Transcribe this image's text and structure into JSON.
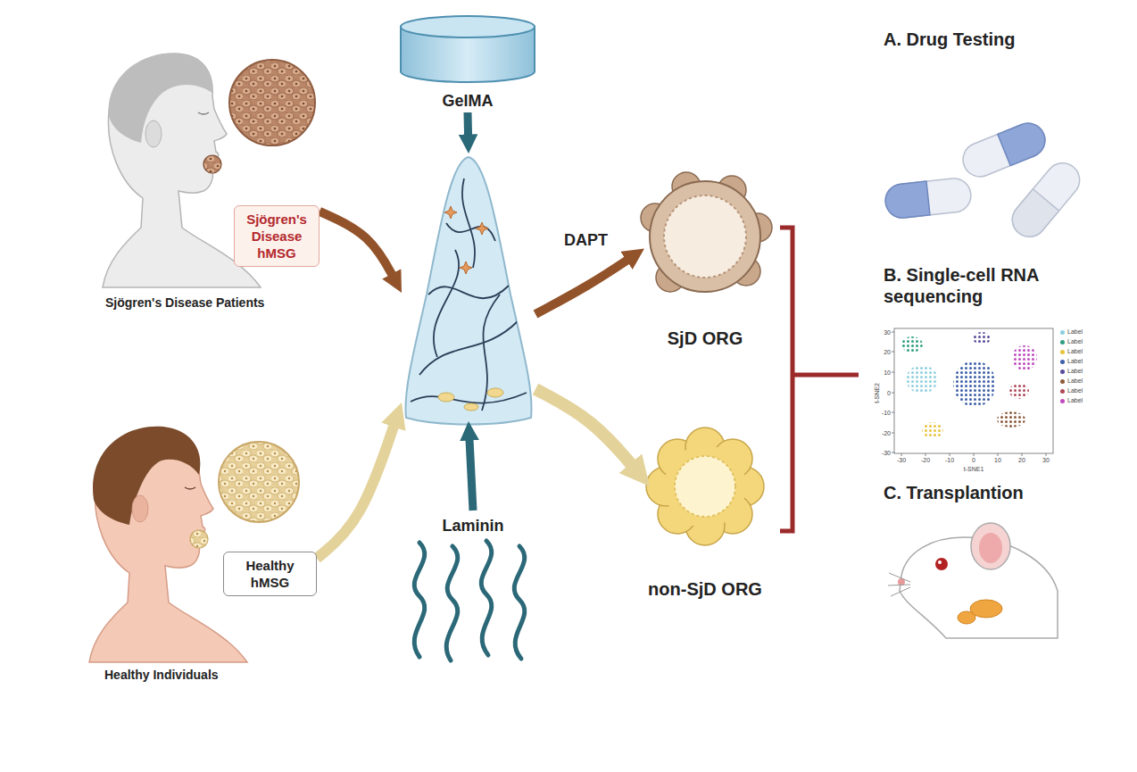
{
  "diagram": {
    "nodes": [
      {
        "text": [
          "Sjögren's Disease hMSG"
        ]
      },
      {
        "text": [
          "GelMA"
        ]
      },
      {
        "text": [
          "DAPT"
        ]
      },
      {
        "text": [
          "SjD ORG"
        ]
      },
      {
        "text": [
          "Healthy hMSG"
        ]
      },
      {
        "text": [
          "Laminin"
        ]
      },
      {
        "text": [
          "non-SjD ORG"
        ]
      }
    ],
    "edges": [
      {
        "from": 0,
        "to": 2,
        "arrow": "to"
      },
      {
        "from": 4,
        "to": 2,
        "arrow": "to"
      },
      {
        "from": 1,
        "to": 2,
        "arrow": "to"
      },
      {
        "from": 5,
        "to": 2,
        "arrow": "to"
      },
      {
        "from": 2,
        "to": 3,
        "arrow": "to"
      },
      {
        "from": 2,
        "to": 6,
        "arrow": "to"
      }
    ],
    "labels": [
      "Sjögren's Disease Patients",
      "Healthy Individuals",
      "A. Drug Testing",
      "B. Single-cell RNA sequencing",
      "C. Transplantion",
      "30",
      "20",
      "10",
      "0",
      "-10",
      "-20",
      "-30",
      "-30",
      "-20",
      "-10",
      "0",
      "10",
      "20",
      "30",
      "t-SNE2",
      "t-SNE1"
    ],
    "legend": [
      {
        "text": "Label",
        "color": "#8ecfe0"
      },
      {
        "text": "Label",
        "color": "#2e9e7e"
      },
      {
        "text": "Label",
        "color": "#e8c33a"
      },
      {
        "text": "Label",
        "color": "#3d5fa8"
      },
      {
        "text": "Label",
        "color": "#5a4a9a"
      },
      {
        "text": "Label",
        "color": "#8b5a3c"
      },
      {
        "text": "Label",
        "color": "#b04a5a"
      },
      {
        "text": "Label",
        "color": "#c04ac0"
      }
    ]
  }
}
